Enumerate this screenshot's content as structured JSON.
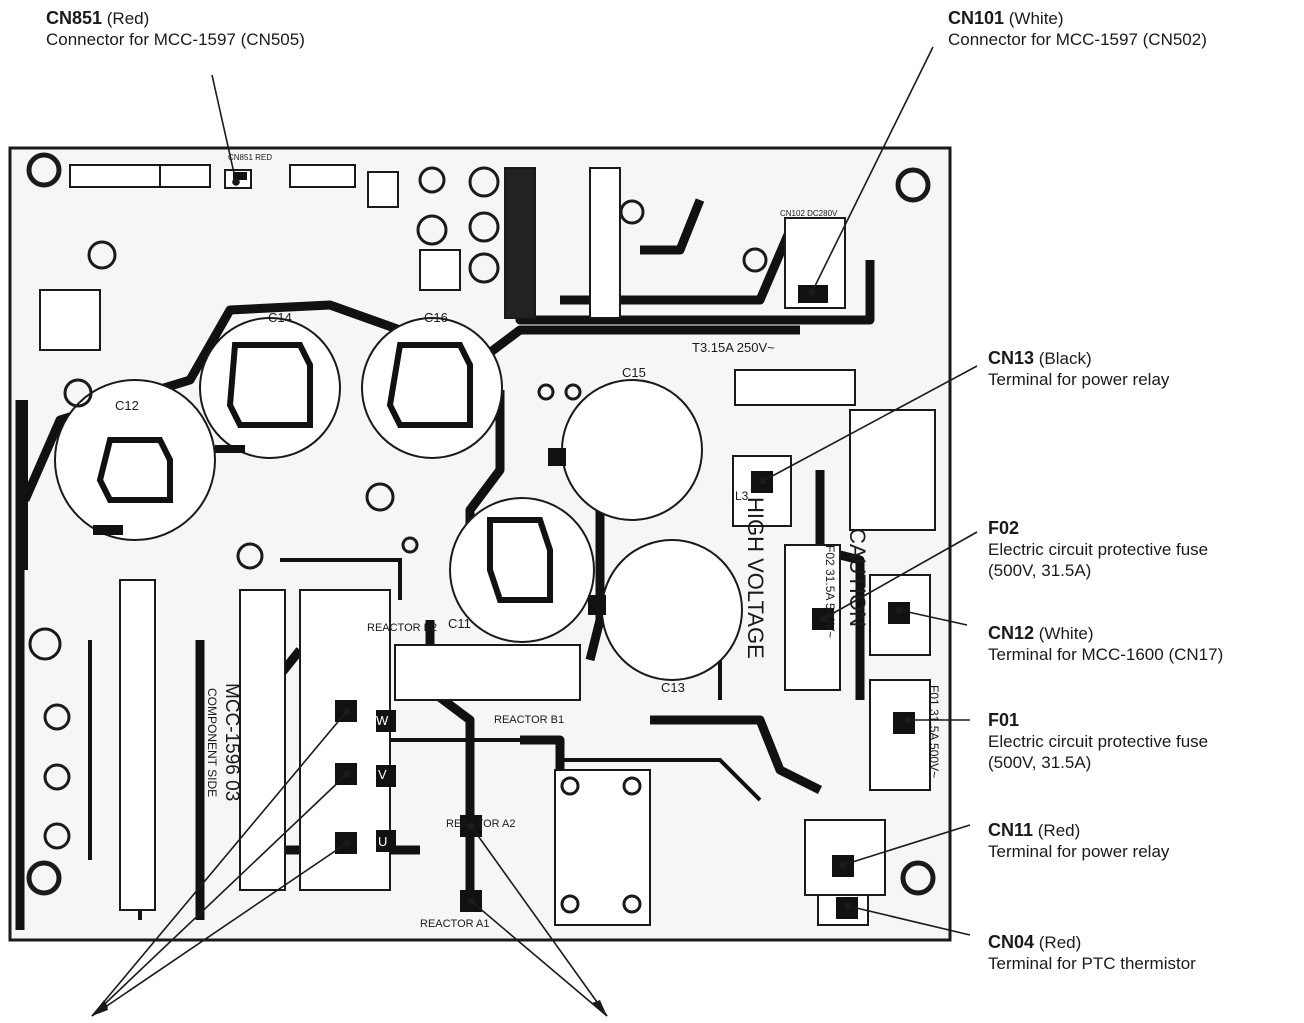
{
  "callouts": {
    "cn851": {
      "code": "CN851",
      "color": "(Red)",
      "desc": "Connector for MCC-1597 (CN505)"
    },
    "cn101": {
      "code": "CN101",
      "color": "(White)",
      "desc": "Connector for MCC-1597 (CN502)"
    },
    "cn13": {
      "code": "CN13",
      "color": "(Black)",
      "desc": "Terminal for power relay"
    },
    "f02": {
      "code": "F02",
      "desc1": "Electric circuit protective fuse",
      "desc2": "(500V, 31.5A)"
    },
    "cn12": {
      "code": "CN12",
      "color": "(White)",
      "desc": "Terminal for MCC-1600 (CN17)"
    },
    "f01": {
      "code": "F01",
      "desc1": "Electric circuit protective fuse",
      "desc2": "(500V, 31.5A)"
    },
    "cn11": {
      "code": "CN11",
      "color": "(Red)",
      "desc": "Terminal for power relay"
    },
    "cn04": {
      "code": "CN04",
      "color": "(Red)",
      "desc": "Terminal for PTC thermistor"
    }
  },
  "board_labels": {
    "c12": "C12",
    "c14": "C14",
    "c16": "C16",
    "c15": "C15",
    "c11": "C11",
    "c13": "C13",
    "fuse_f101": "T3.15A 250V~",
    "high_voltage": "HIGH VOLTAGE",
    "caution": "CAUTION",
    "f02_rating": "F02 31.5A 500V~",
    "f01_rating": "F01 31.5A 500V~",
    "reactor_b2": "REACTOR B2",
    "reactor_b1": "REACTOR B1",
    "reactor_a2": "REACTOR A2",
    "reactor_a1": "REACTOR A1",
    "mcc": "MCC-1596 03",
    "component_side": "COMPONENT SIDE",
    "cn851_silk": "CN851 RED",
    "cn101_silk": "CN102 DC280V",
    "w": "W",
    "v": "V",
    "u": "U",
    "l3": "L3"
  },
  "colors": {
    "ink": "#1a1a1a",
    "board": "#f4f4f4",
    "trace": "#111111"
  }
}
